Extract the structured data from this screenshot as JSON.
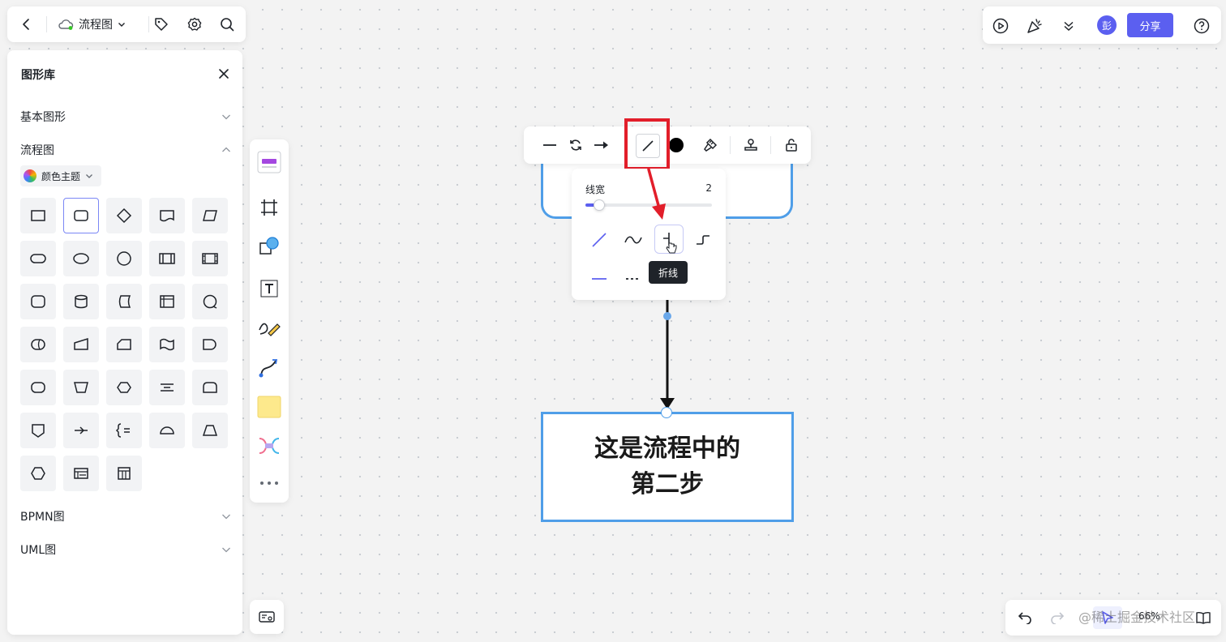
{
  "toolbar": {
    "doc_title": "流程图"
  },
  "panel": {
    "title": "图形库",
    "sections": {
      "basic": "基本图形",
      "flow": "流程图",
      "bpmn": "BPMN图",
      "uml": "UML图"
    },
    "theme_label": "颜色主题"
  },
  "header_right": {
    "avatar": "彭",
    "share_label": "分享"
  },
  "line_popup": {
    "width_label": "线宽",
    "width_value": "2",
    "width_fraction": 0.1,
    "tooltip": "折线"
  },
  "canvas": {
    "box2_line1": "这是流程中的",
    "box2_line2": "第二步"
  },
  "zoom": "66%",
  "watermark": "@稀土掘金技术社区",
  "colors": {
    "accent": "#5b5ff0",
    "border_blue": "#4f9ee8",
    "highlight_red": "#e21e2a"
  }
}
